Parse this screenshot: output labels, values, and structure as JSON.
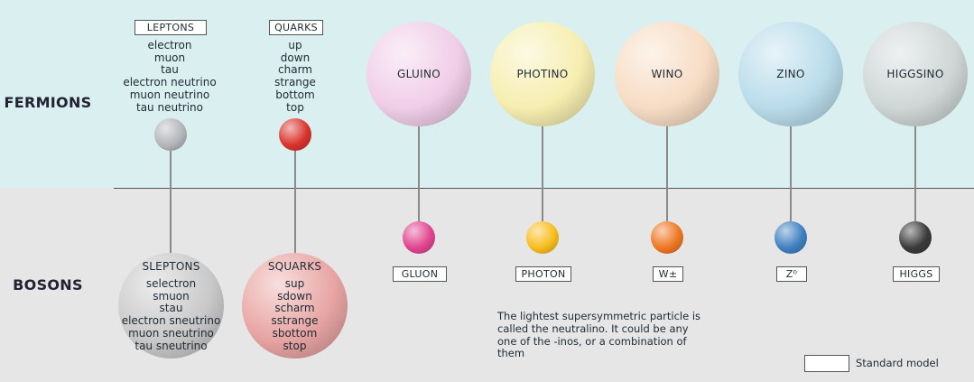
{
  "rows": {
    "fermions": "FERMIONS",
    "bosons": "BOSONS"
  },
  "leptons": {
    "title": "LEPTONS",
    "items": [
      "electron",
      "muon",
      "tau",
      "electron neutrino",
      "muon neutrino",
      "tau neutrino"
    ],
    "color": "#b3b6ba"
  },
  "quarks": {
    "title": "QUARKS",
    "items": [
      "up",
      "down",
      "charm",
      "strange",
      "bottom",
      "top"
    ],
    "color": "#d9342c"
  },
  "sleptons": {
    "title": "SLEPTONS",
    "items": [
      "selectron",
      "smuon",
      "stau",
      "electron sneutrino",
      "muon sneutrino",
      "tau sneutrino"
    ],
    "color": "#c9c9c9"
  },
  "squarks": {
    "title": "SQUARKS",
    "items": [
      "sup",
      "sdown",
      "scharm",
      "sstrange",
      "sbottom",
      "stop"
    ],
    "color": "#e7a4a2"
  },
  "superpartners": [
    {
      "name": "GLUINO",
      "color": "#f0cde8"
    },
    {
      "name": "PHOTINO",
      "color": "#f6eeb0"
    },
    {
      "name": "WINO",
      "color": "#f7dcc4"
    },
    {
      "name": "ZINO",
      "color": "#b9dcea"
    },
    {
      "name": "HIGGSINO",
      "color": "#cfd6d6"
    }
  ],
  "bosons": [
    {
      "name": "GLUON",
      "color": "#e0458f"
    },
    {
      "name": "PHOTON",
      "color": "#f8bd1c"
    },
    {
      "name": "W±",
      "color": "#ee7622"
    },
    {
      "name": "Z⁰",
      "color": "#3f80c0"
    },
    {
      "name": "HIGGS",
      "color": "#3a3a3a"
    }
  ],
  "note": "The lightest supersymmetric particle is called the neutralino. It could be any one of the -inos, or a combination of them",
  "legend": {
    "label": "Standard model"
  }
}
